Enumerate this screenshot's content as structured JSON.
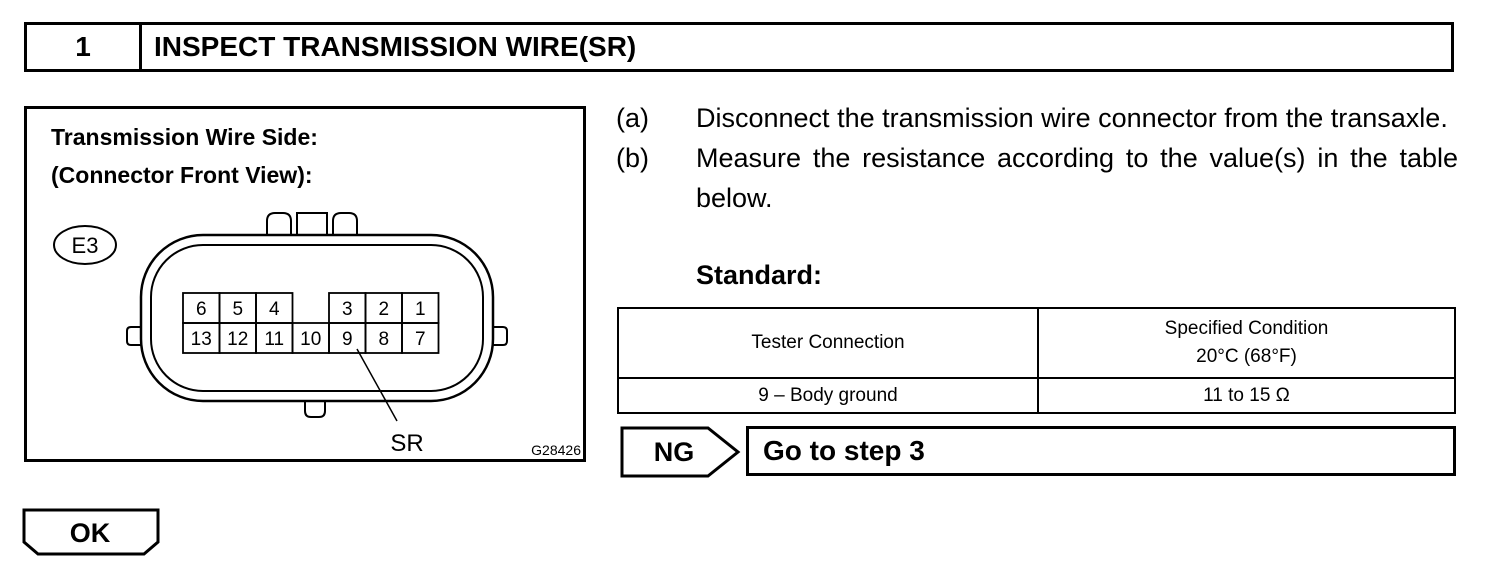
{
  "header": {
    "step_number": "1",
    "title": "INSPECT TRANSMISSION WIRE(SR)"
  },
  "diagram": {
    "title_line1": "Transmission Wire Side:",
    "title_line2": "(Connector Front View):",
    "connector_code": "E3",
    "pins_top": [
      "6",
      "5",
      "4",
      "",
      "3",
      "2",
      "1"
    ],
    "pins_bottom": [
      "13",
      "12",
      "11",
      "10",
      "9",
      "8",
      "7"
    ],
    "callout": "SR",
    "figure_id": "G28426"
  },
  "steps": [
    {
      "mark": "(a)",
      "text": "Disconnect the transmission wire connector from the transaxle."
    },
    {
      "mark": "(b)",
      "text": "Measure the resistance according to the value(s) in the table below."
    }
  ],
  "standard_label": "Standard:",
  "table": {
    "headers": [
      "Tester Connection",
      "Specified Condition",
      "20°C (68°F)"
    ],
    "rows": [
      [
        "9 – Body ground",
        "11 to 15 Ω"
      ]
    ]
  },
  "ng": {
    "label": "NG",
    "action": "Go to step 3"
  },
  "ok": {
    "label": "OK"
  }
}
